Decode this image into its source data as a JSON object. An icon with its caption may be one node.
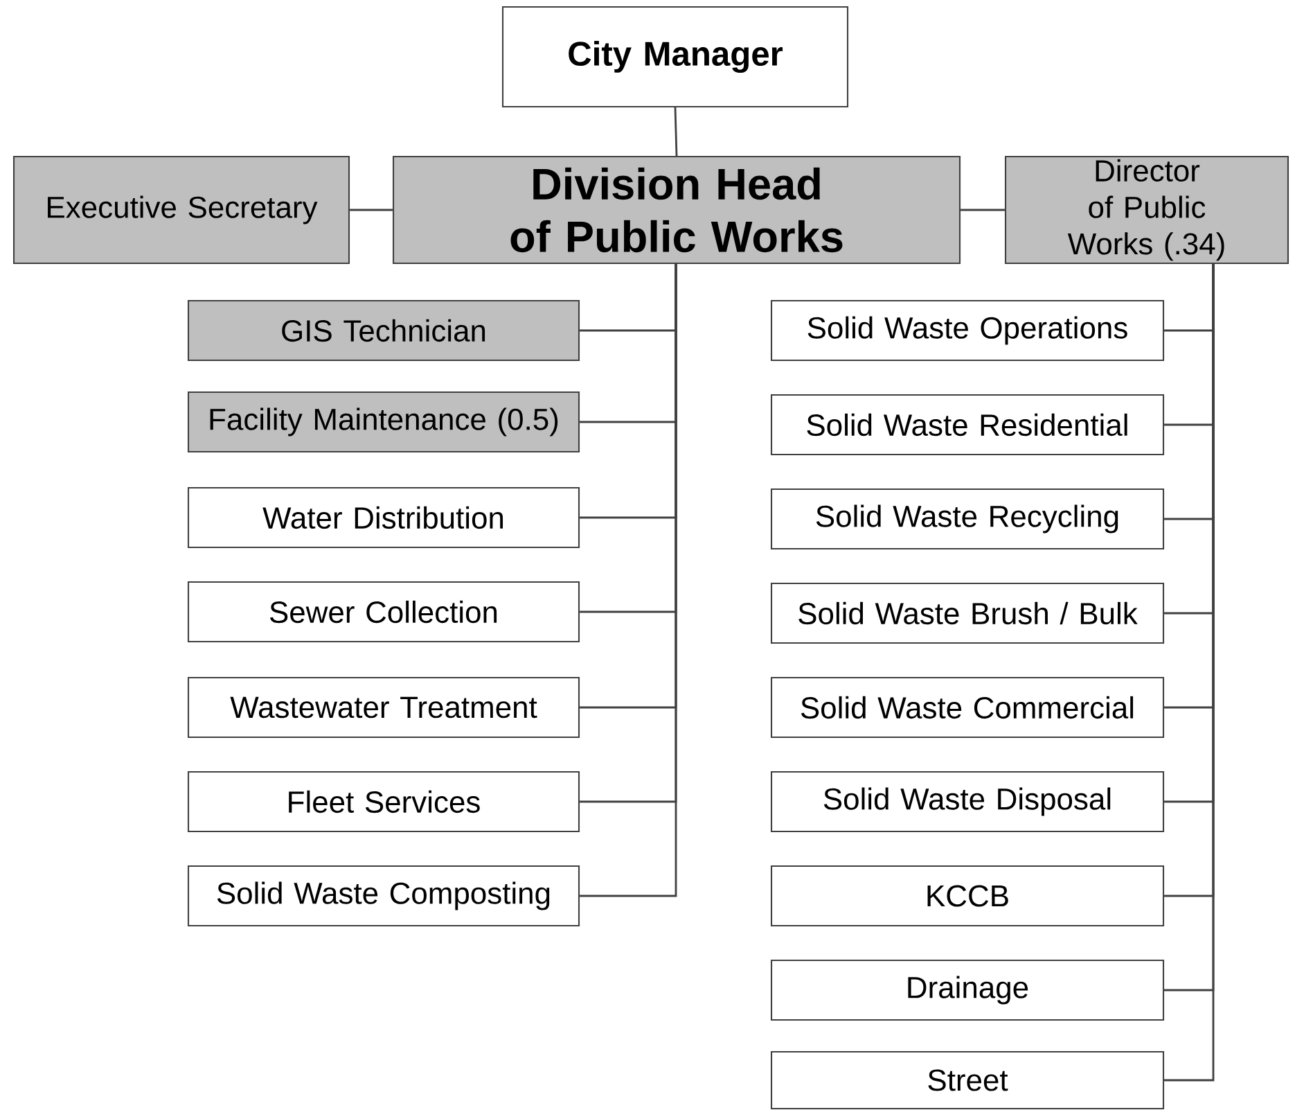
{
  "diagram": {
    "nodes": [
      {
        "text": [
          "City Manager"
        ]
      },
      {
        "text": [
          "Executive Secretary"
        ]
      },
      {
        "text": [
          "Division Head of Public Works"
        ]
      },
      {
        "text": [
          "Director of Public Works (.34)"
        ]
      },
      {
        "text": [
          "GIS Technician"
        ]
      },
      {
        "text": [
          "Facility Maintenance (0.5)"
        ]
      },
      {
        "text": [
          "Water Distribution"
        ]
      },
      {
        "text": [
          "Sewer Collection"
        ]
      },
      {
        "text": [
          "Wastewater Treatment"
        ]
      },
      {
        "text": [
          "Fleet Services"
        ]
      },
      {
        "text": [
          "Solid Waste Composting"
        ]
      },
      {
        "text": [
          "Solid Waste Operations"
        ]
      },
      {
        "text": [
          "Solid Waste Residential"
        ]
      },
      {
        "text": [
          "Solid Waste Recycling"
        ]
      },
      {
        "text": [
          "Solid Waste Brush / Bulk"
        ]
      },
      {
        "text": [
          "Solid Waste Commercial"
        ]
      },
      {
        "text": [
          "Solid Waste Disposal"
        ]
      },
      {
        "text": [
          "KCCB"
        ]
      },
      {
        "text": [
          "Drainage"
        ]
      },
      {
        "text": [
          "Street"
        ]
      }
    ],
    "edges": [
      {
        "from": 0,
        "to": 2,
        "arrow": "none"
      },
      {
        "from": 2,
        "to": 1,
        "arrow": "none"
      },
      {
        "from": 2,
        "to": 3,
        "arrow": "none"
      },
      {
        "from": 2,
        "to": 4,
        "arrow": "none"
      },
      {
        "from": 2,
        "to": 5,
        "arrow": "none"
      },
      {
        "from": 2,
        "to": 6,
        "arrow": "none"
      },
      {
        "from": 2,
        "to": 7,
        "arrow": "none"
      },
      {
        "from": 2,
        "to": 8,
        "arrow": "none"
      },
      {
        "from": 2,
        "to": 9,
        "arrow": "none"
      },
      {
        "from": 2,
        "to": 10,
        "arrow": "none"
      },
      {
        "from": 3,
        "to": 11,
        "arrow": "none"
      },
      {
        "from": 3,
        "to": 12,
        "arrow": "none"
      },
      {
        "from": 3,
        "to": 13,
        "arrow": "none"
      },
      {
        "from": 3,
        "to": 14,
        "arrow": "none"
      },
      {
        "from": 3,
        "to": 15,
        "arrow": "none"
      },
      {
        "from": 3,
        "to": 16,
        "arrow": "none"
      },
      {
        "from": 3,
        "to": 17,
        "arrow": "none"
      },
      {
        "from": 3,
        "to": 18,
        "arrow": "none"
      },
      {
        "from": 3,
        "to": 19,
        "arrow": "none"
      }
    ]
  }
}
